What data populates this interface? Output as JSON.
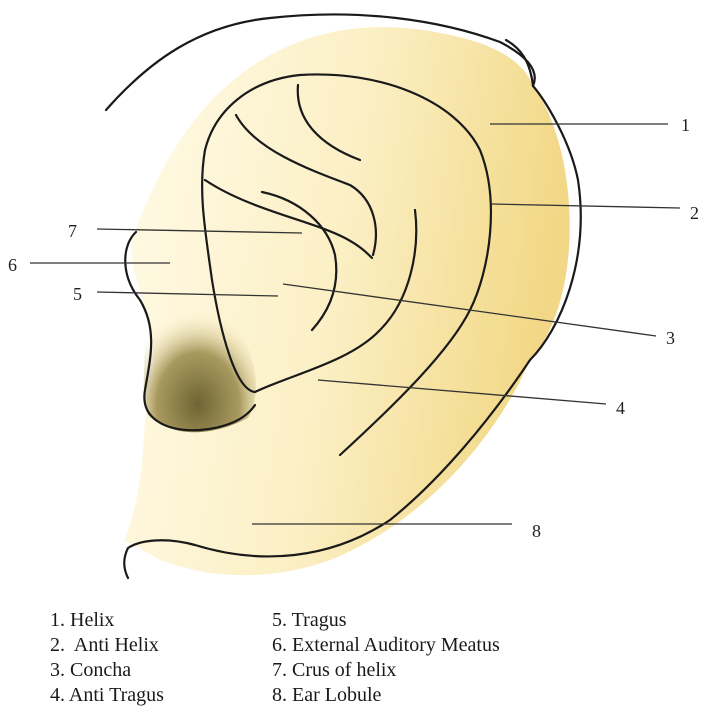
{
  "markers": [
    "1",
    "2",
    "3",
    "4",
    "5",
    "6",
    "7",
    "8"
  ],
  "legend": {
    "left": [
      "1. Helix",
      "2.  Anti Helix",
      "3. Concha",
      "4. Anti Tragus"
    ],
    "right": [
      "5. Tragus",
      "6. External Auditory Meatus",
      "7. Crus of helix",
      "8. Ear Lobule"
    ]
  },
  "colors": {
    "skin_light": "#fffbe6",
    "skin_mid": "#f8eab9",
    "skin_warm": "#f1d985",
    "shadow": "#7d6f3c",
    "line": "#1a1a1a"
  }
}
